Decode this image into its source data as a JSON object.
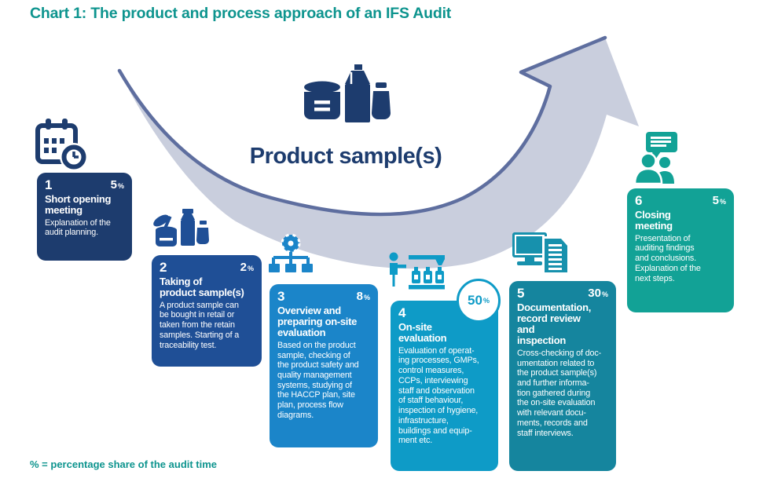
{
  "title": "Chart 1: The product and process approach of an IFS Audit",
  "footer": "% = percentage share of the audit time",
  "percent_sign": "%",
  "center": {
    "label": "Product sample(s)",
    "icon": "product-samples-icon",
    "color": "#1d3c6e"
  },
  "colors": {
    "title_teal": "#0d948e",
    "arrow_fill": "#c9cedd",
    "arrow_edge": "#5e6e9f",
    "badge_border": "#0e9bc7"
  },
  "steps": [
    {
      "number": "1",
      "percent": "5",
      "icon": "calendar-clock-icon",
      "color": "#1d3c6e",
      "icon_color": "#1d3c6e",
      "title": "Short opening\nmeeting",
      "body": "Explanation of the\naudit planning."
    },
    {
      "number": "2",
      "percent": "2",
      "icon": "product-sample-icon",
      "color": "#1f4f96",
      "icon_color": "#1f4f96",
      "title": "Taking of\nproduct sample(s)",
      "body": "A product sample can\nbe bought in retail or\ntaken from the retain\nsamples. Starting of a\ntraceability test."
    },
    {
      "number": "3",
      "percent": "8",
      "icon": "gear-flowchart-icon",
      "color": "#1b85c9",
      "icon_color": "#1b85c9",
      "title": "Overview and\npreparing on-site\nevaluation",
      "body": "Based on the product\nsample, checking of\nthe product safety and\nquality management\nsystems, studying of\nthe HACCP plan, site\nplan, process flow\ndiagrams."
    },
    {
      "number": "4",
      "percent": "50",
      "icon": "operator-machine-icon",
      "color": "#0e9bc7",
      "icon_color": "#0e9bc7",
      "title": "On-site\nevaluation",
      "body": "Evaluation of operat-\ning processes, GMPs,\ncontrol measures,\nCCPs, interviewing\nstaff and observation\nof staff behaviour,\ninspection of hygiene,\ninfrastructure,\nbuildings and equip-\nment etc."
    },
    {
      "number": "5",
      "percent": "30",
      "icon": "computer-document-icon",
      "color": "#15859e",
      "icon_color": "#1791ad",
      "title": "Documentation,\nrecord review\nand\ninspection",
      "body": "Cross-checking of doc-\numentation related to\nthe product sample(s)\nand further informa-\ntion gathered during\nthe on-site evaluation\nwith relevant docu-\nments, records and\nstaff interviews."
    },
    {
      "number": "6",
      "percent": "5",
      "icon": "people-discussion-icon",
      "color": "#12a296",
      "icon_color": "#12a296",
      "title": "Closing\nmeeting",
      "body": "Presentation of\nauditing findings\nand conclusions.\nExplanation of the\nnext steps."
    }
  ]
}
